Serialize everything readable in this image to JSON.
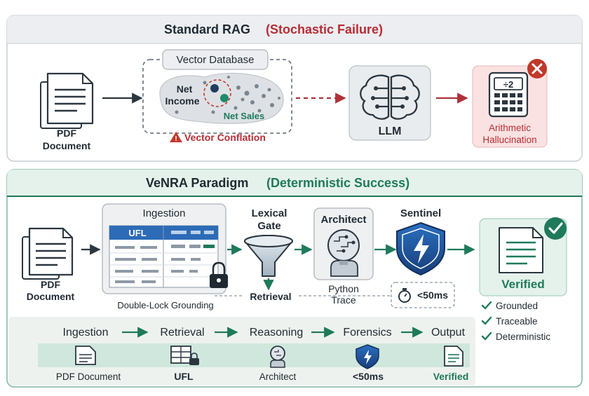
{
  "top": {
    "title": "Standard RAG",
    "subtitle": "(Stochastic Failure)",
    "pdf": {
      "line1": "PDF",
      "line2": "Document"
    },
    "vector_db": {
      "label": "Vector Database",
      "net_income_1": "Net",
      "net_income_2": "Income",
      "net_sales": "Net Sales",
      "warning": "Vector Conflation"
    },
    "llm": "LLM",
    "calc_glyph": "÷2",
    "result": {
      "line1": "Arithmetic",
      "line2": "Hallucination"
    }
  },
  "bottom": {
    "title": "VeNRA Paradigm",
    "subtitle": "(Deterministic Success)",
    "pdf": {
      "line1": "PDF",
      "line2": "Document"
    },
    "ingestion": {
      "label": "Ingestion",
      "ufl": "UFL",
      "caption": "Double-Lock Grounding"
    },
    "lexical_gate": {
      "line1": "Lexical",
      "line2": "Gate",
      "retrieval": "Retrieval"
    },
    "architect": {
      "label": "Architect",
      "trace1": "Python",
      "trace2": "Trace"
    },
    "sentinel": {
      "label": "Sentinel",
      "timer": "<50ms"
    },
    "verified": {
      "label": "Verified"
    },
    "checks": [
      "Grounded",
      "Traceable",
      "Deterministic"
    ],
    "pipeline": {
      "stages": [
        "Ingestion",
        "Retrieval",
        "Reasoning",
        "Forensics",
        "Output"
      ],
      "items": [
        "PDF Document",
        "UFL",
        "Architect",
        "<50ms",
        "Verified"
      ]
    }
  },
  "colors": {
    "red_accent": "#c0392b",
    "green_accent": "#1e7a5a",
    "navy": "#1f4e8c",
    "panel_gray": "#eef0f2",
    "panel_green": "#e4f2eb"
  }
}
